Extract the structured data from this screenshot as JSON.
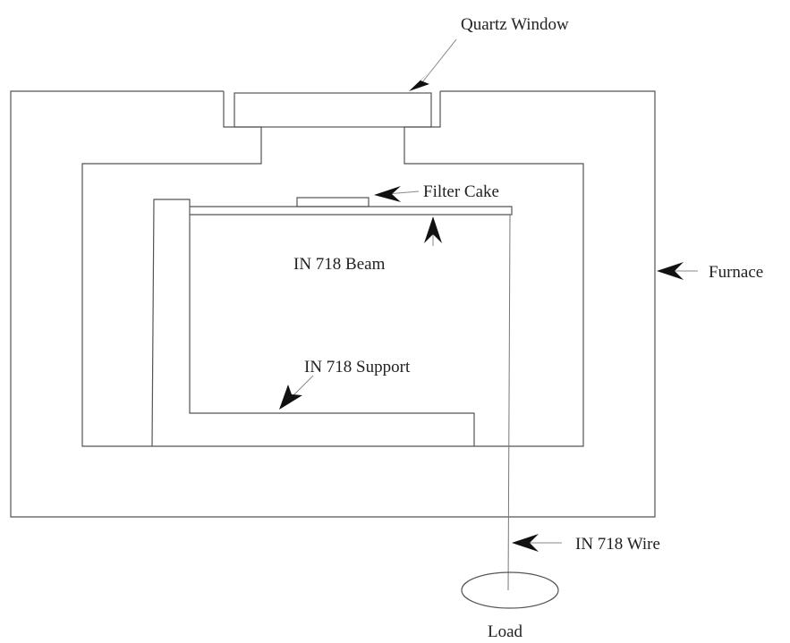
{
  "labels": {
    "quartz_window": "Quartz Window",
    "filter_cake": "Filter Cake",
    "in718_beam": "IN 718 Beam",
    "furnace": "Furnace",
    "in718_support": "IN 718 Support",
    "in718_wire": "IN 718 Wire",
    "load": "Load"
  }
}
